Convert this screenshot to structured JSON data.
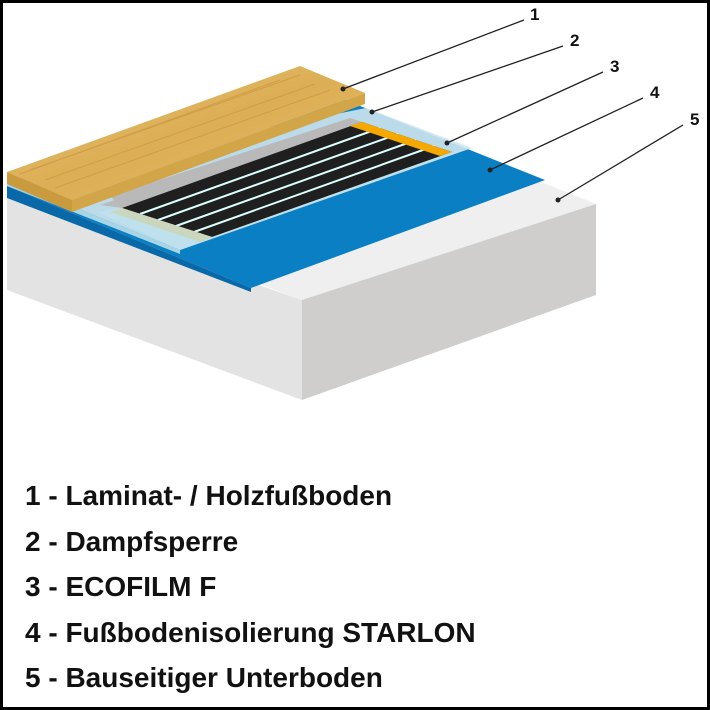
{
  "callouts": [
    "1",
    "2",
    "3",
    "4",
    "5"
  ],
  "legend": [
    "1 - Laminat- / Holzfußboden",
    "2 - Dampfsperre",
    "3 - ECOFILM F",
    "4 - Fußbodenisolierung STARLON",
    "5 - Bauseitiger Unterboden"
  ],
  "colors": {
    "wood": "#d9a84a",
    "insulation": "#0a7fc4",
    "film_stripe": "#222222",
    "film_contact": "#f5a800",
    "base": "#e8e8e8"
  }
}
